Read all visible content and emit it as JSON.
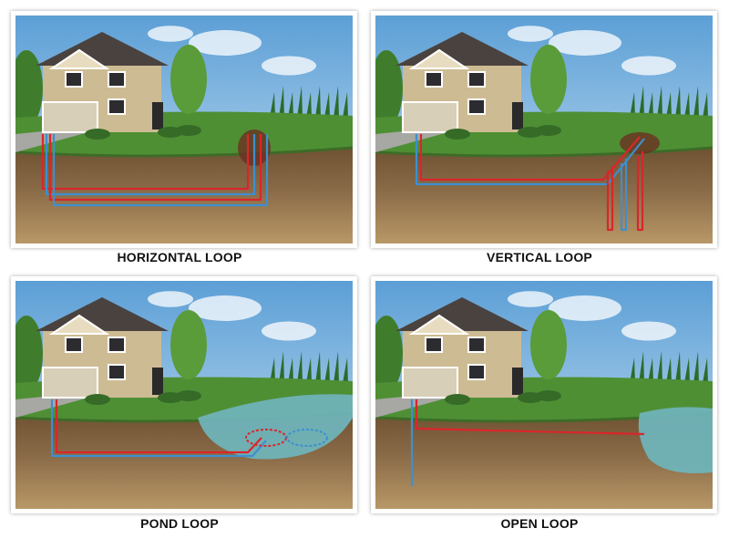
{
  "panels": [
    {
      "caption": "HORIZONTAL LOOP",
      "loop": "horizontal"
    },
    {
      "caption": "VERTICAL LOOP",
      "loop": "vertical"
    },
    {
      "caption": "POND LOOP",
      "loop": "pond"
    },
    {
      "caption": "OPEN LOOP",
      "loop": "open"
    }
  ],
  "colors": {
    "supply_pipe": "#d9262b",
    "return_pipe": "#3d8fd1",
    "sky_top": "#5c9fd6",
    "sky_bottom": "#c9e2f2",
    "grass": "#4e8f34",
    "soil": "#8a6b48",
    "water": "#6fb3b8"
  }
}
